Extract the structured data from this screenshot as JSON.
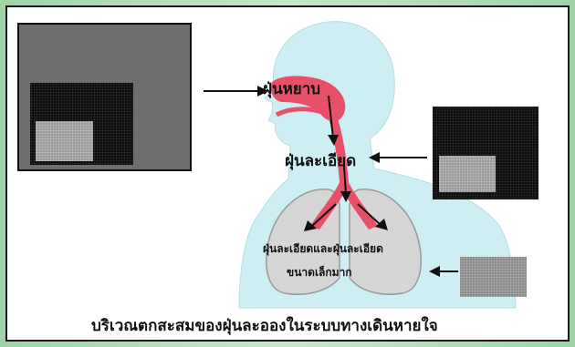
{
  "labels": {
    "nose_dust": "ฝุ่นหยาบ",
    "throat_dust": "ฝุ่นละเอียด",
    "lung_dust_line1": "ฝุ่นละเอียดและฝุ่นละเอียด",
    "lung_dust_line2": "ขนาดเล็กมาก"
  },
  "caption": "บริเวณตกสะสมของฝุ่นละอองในระบบทางเดินหายใจ",
  "colors": {
    "body": "#cdeef3",
    "airway": "#e8506a",
    "lungs": "#d9d9d9",
    "coarse_box": "#6e6e6e",
    "fine_box": "#0d0d0d",
    "ultrafine_box": "#9a9a9a"
  }
}
